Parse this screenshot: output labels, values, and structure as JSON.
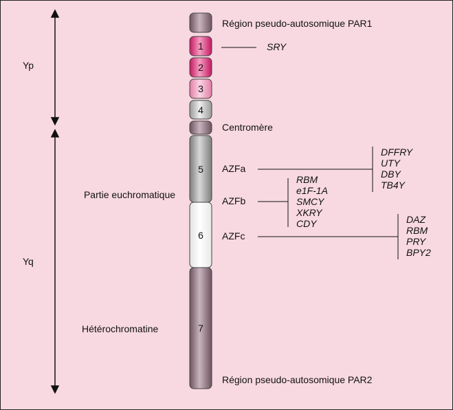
{
  "arms": {
    "short": "Yp",
    "long": "Yq"
  },
  "regions": {
    "par1": "Région pseudo-autosomique PAR1",
    "centromere": "Centromère",
    "par2": "Région pseudo-autosomique PAR2",
    "euchromatic": "Partie euchromatique",
    "heterochromatin": "Hétérochromatine"
  },
  "segments": [
    "1",
    "2",
    "3",
    "4",
    "5",
    "6",
    "7"
  ],
  "sry": "SRY",
  "azf": {
    "a": {
      "label": "AZFa",
      "genes": [
        "DFFRY",
        "UTY",
        "DBY",
        "TB4Y"
      ]
    },
    "b": {
      "label": "AZFb",
      "genes": [
        "RBM",
        "e1F-1A",
        "SMCY",
        "XKRY",
        "CDY"
      ]
    },
    "c": {
      "label": "AZFc",
      "genes": [
        "DAZ",
        "RBM",
        "PRY",
        "BPY2"
      ]
    }
  },
  "colors": {
    "background": "#f8d9e1",
    "band1": "#e0307a",
    "band2": "#e0307a",
    "band3": "#f2a9c3",
    "band4": "#cfcfcf",
    "band5": "#a8a8a8",
    "band6": "#ffffff",
    "heterochromatin": "#9a7c86"
  }
}
